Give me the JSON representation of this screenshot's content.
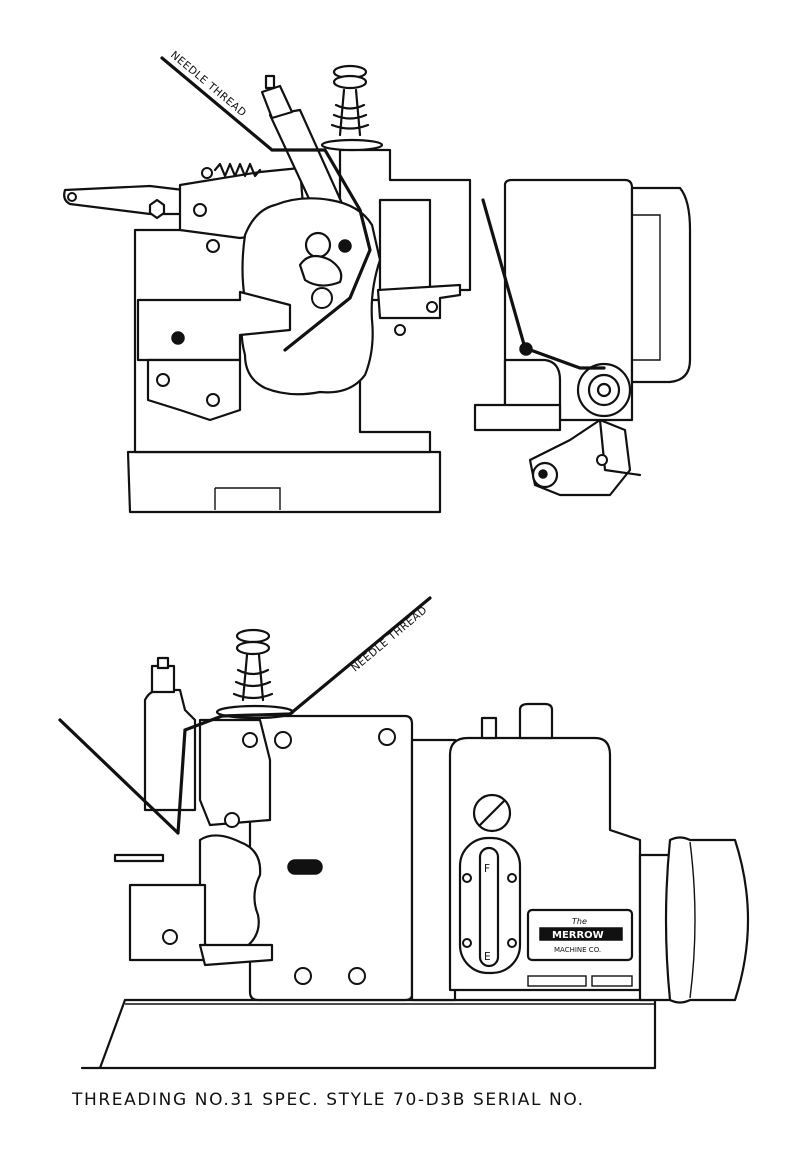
{
  "labels": {
    "top_thread": "NEEDLE THREAD",
    "bottom_thread": "NEEDLE THREAD",
    "sight_top": "F",
    "sight_bottom": "E"
  },
  "nameplate": {
    "script": "The",
    "brand": "MERROW",
    "sub": "MACHINE CO."
  },
  "caption": "THREADING NO.31 SPEC. STYLE 70-D3B SERIAL NO."
}
